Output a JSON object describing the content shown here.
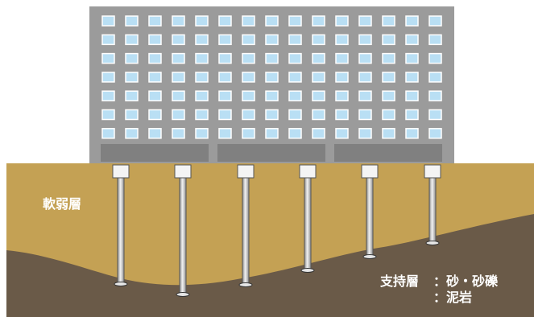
{
  "labels": {
    "soft_layer": "軟弱層",
    "bearing_layer_title": "支持層",
    "bearing_layer_line1": "：砂・砂礫",
    "bearing_layer_line2": "：泥岩"
  },
  "colors": {
    "building": "#9b9b9b",
    "window": "#b9dff4",
    "window_border": "#ffffff",
    "basement": "#808080",
    "soft_soil": "#c4a154",
    "bearing_soil": "#6a5a48",
    "pile": "#c9c9c9",
    "pile_outline": "#555555",
    "text": "#ffffff"
  },
  "building": {
    "window_rows": 7,
    "window_columns": 15
  },
  "piles": {
    "count": 6
  }
}
